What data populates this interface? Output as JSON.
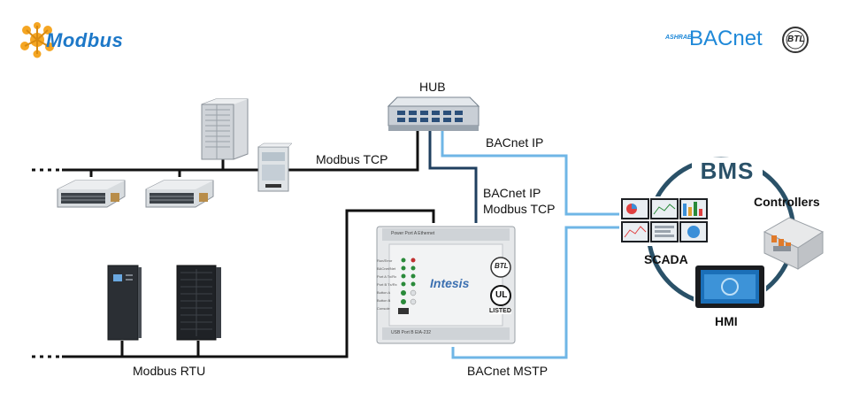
{
  "logos": {
    "modbus": "Modbus",
    "ashrae": "ASHRAE",
    "bacnet": "BACnet",
    "btl": "BTL"
  },
  "labels": {
    "hub": "HUB",
    "modbus_tcp": "Modbus TCP",
    "bacnet_ip_top": "BACnet IP",
    "bacnet_ip_mid": "BACnet IP",
    "modbus_tcp_mid": "Modbus TCP",
    "bms": "BMS",
    "controllers": "Controllers",
    "scada": "SCADA",
    "hmi": "HMI",
    "modbus_rtu": "Modbus RTU",
    "bacnet_mstp": "BACnet MSTP"
  },
  "device": {
    "brand": "Intesis",
    "btl": "BTL",
    "ul": "UL",
    "listed": "LISTED",
    "leds": [
      "Run/Error",
      "BACnet/Net",
      "Port A Tx/Rx",
      "Port B Tx/Rx",
      "Button A",
      "Button B",
      "Console"
    ],
    "top_terminals": "Power  Port A  Ethernet",
    "bottom_terminals": "USB  Port B  EIA-232"
  },
  "colors": {
    "wire_black": "#111111",
    "wire_dark_blue": "#1f3f5f",
    "wire_light_blue": "#6fb6e6",
    "bms_ring": "#2a5168",
    "modbus_blue": "#1d78c8",
    "modbus_orange": "#f5a623",
    "bacnet_blue": "#1e88d8",
    "intesis_blue": "#3b6fb0"
  },
  "icons": [
    "modbus-logo-icon",
    "bacnet-logo-icon",
    "hub-switch-icon",
    "outdoor-unit-icon",
    "duct-unit-icon",
    "modbus-gateway-icon",
    "ups-cabinet-icon",
    "server-rack-icon",
    "intesis-gateway-icon",
    "scada-screens-icon",
    "plc-controller-icon",
    "hmi-panel-icon"
  ]
}
